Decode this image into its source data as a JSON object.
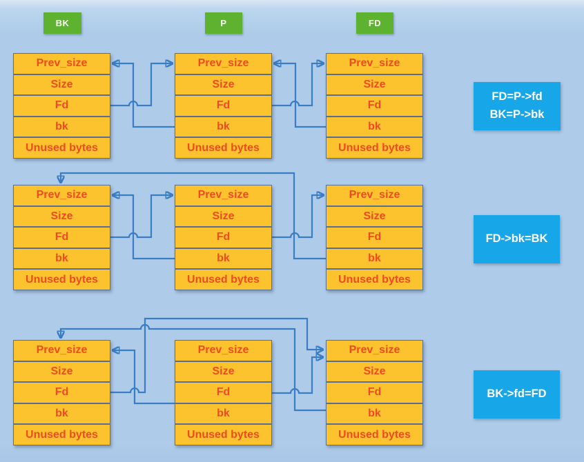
{
  "legend": [
    {
      "id": "bk",
      "label": "BK"
    },
    {
      "id": "p",
      "label": "P"
    },
    {
      "id": "fd",
      "label": "FD"
    }
  ],
  "chunk_fields": [
    "Prev_size",
    "Size",
    "Fd",
    "bk",
    "Unused bytes"
  ],
  "steps": [
    {
      "id": "step-1",
      "label_lines": [
        "FD=P->fd",
        "BK=P->bk"
      ]
    },
    {
      "id": "step-2",
      "label_lines": [
        "FD->bk=BK"
      ]
    },
    {
      "id": "step-3",
      "label_lines": [
        "BK->fd=FD"
      ]
    }
  ],
  "colors": {
    "background": "#aecbe9",
    "chunk_fill": "#fdc32e",
    "chunk_border": "#55718f",
    "chunk_text": "#ee4b23",
    "legend_fill": "#5db32f",
    "legend_text": "#ffffff",
    "step_fill": "#17a7e8",
    "step_text": "#ffffff",
    "arrow": "#3b7dc2"
  }
}
